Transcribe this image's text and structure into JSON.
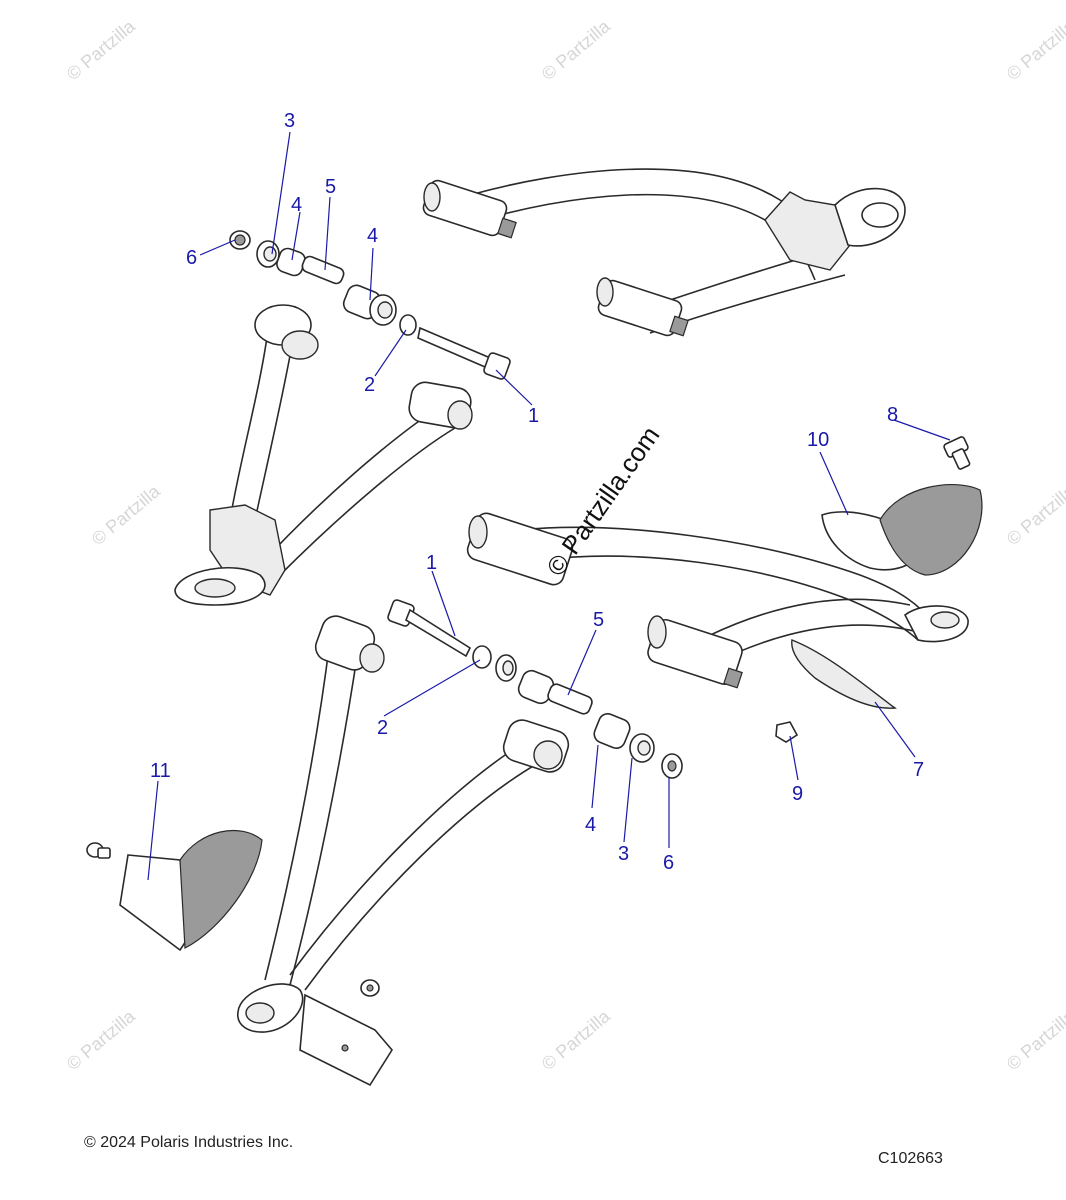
{
  "watermark": "© Partzilla",
  "center_watermark": "© Partzilla.com",
  "copyright": "© 2024 Polaris Industries Inc.",
  "figure_code": "C102663",
  "callouts": {
    "c1a": "1",
    "c1b": "1",
    "c2a": "2",
    "c2b": "2",
    "c3a": "3",
    "c3b": "3",
    "c4a": "4",
    "c4b": "4",
    "c4c": "4",
    "c5a": "5",
    "c5b": "5",
    "c6a": "6",
    "c6b": "6",
    "c7": "7",
    "c8": "8",
    "c9": "9",
    "c10": "10",
    "c11": "11"
  },
  "colors": {
    "callout": "#1a1aa8",
    "watermark": "#d6d6d6",
    "line": "#2a2a2a"
  }
}
